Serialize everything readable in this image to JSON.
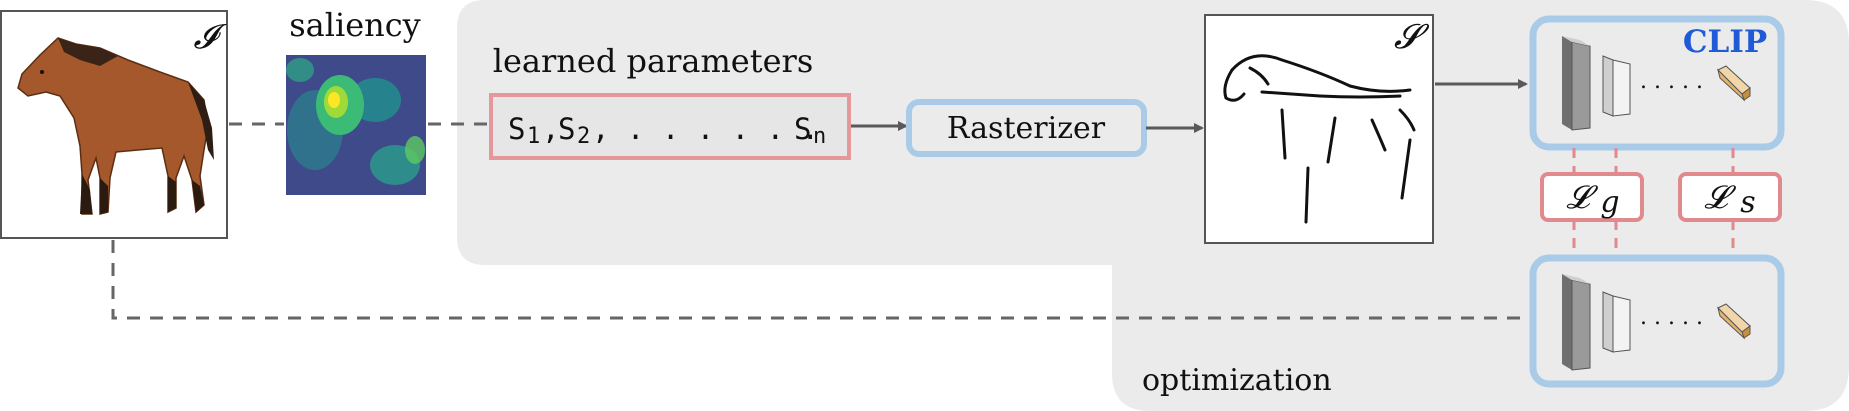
{
  "input_image": {
    "symbol": "𝓘"
  },
  "saliency": {
    "label": "saliency"
  },
  "parameters": {
    "title": "learned parameters",
    "s1": "S",
    "s1_sub": "1",
    "comma1": ",",
    "s2": "S",
    "s2_sub": "2",
    "ellipsis": ", . . . . . .",
    "sn": "S",
    "sn_sub": "n"
  },
  "rasterizer": {
    "label": "Rasterizer"
  },
  "sketch": {
    "symbol": "𝓢"
  },
  "clip": {
    "label": "CLIP",
    "dots_top": ". . . . .",
    "dots_bottom": ". . . . ."
  },
  "losses": {
    "geometric": {
      "symbol": "𝓛",
      "subscript": "g"
    },
    "semantic": {
      "symbol": "𝓛",
      "subscript": "s"
    }
  },
  "optimization": {
    "label": "optimization"
  },
  "colors": {
    "region_fill": "#ebebeb",
    "param_border": "#e5989b",
    "rasterizer_border": "#a9cbe8",
    "clip_border": "#a9cbe8",
    "clip_text": "#1f5bd6",
    "loss_border": "#e08a8e",
    "arrow": "#595959",
    "dash": "#666666"
  }
}
